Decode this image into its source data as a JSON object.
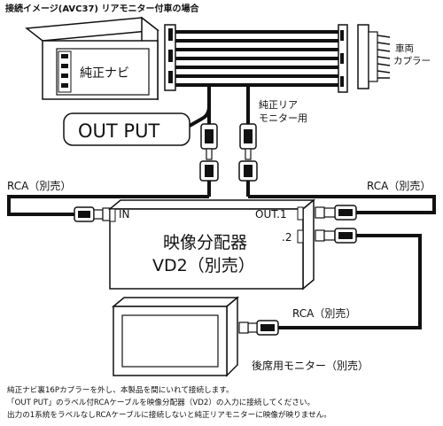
{
  "title": "接続イメージ(AVC37) リアモニター付車の場合",
  "labels": {
    "stock_navi": "純正ナビ",
    "output_tag": "OUT PUT",
    "vehicle_coupler": [
      "車両",
      "カプラー"
    ],
    "stock_rear_monitor": [
      "純正リア",
      "モニター用"
    ],
    "rca_left": "RCA（別売）",
    "rca_right": "RCA（別売）",
    "rca_bottom": "RCA（別売）",
    "distributor_in": "IN",
    "distributor_out1": "OUT.1",
    "distributor_out2": ".2",
    "distributor_name": "映像分配器",
    "distributor_model": "VD2（別売）",
    "rear_monitor": "後席用モニター（別売）"
  },
  "notes": [
    "純正ナビ裏16Pカプラーを外し、本製品を間にいれて接続します。",
    "「OUT PUT」のラベル付RCAケーブルを映像分配器（VD2）の入力に接続してください。",
    "出力の1系統をラベルなしRCAケーブルに接続しないと純正リアモニターに映像が映りません。"
  ]
}
